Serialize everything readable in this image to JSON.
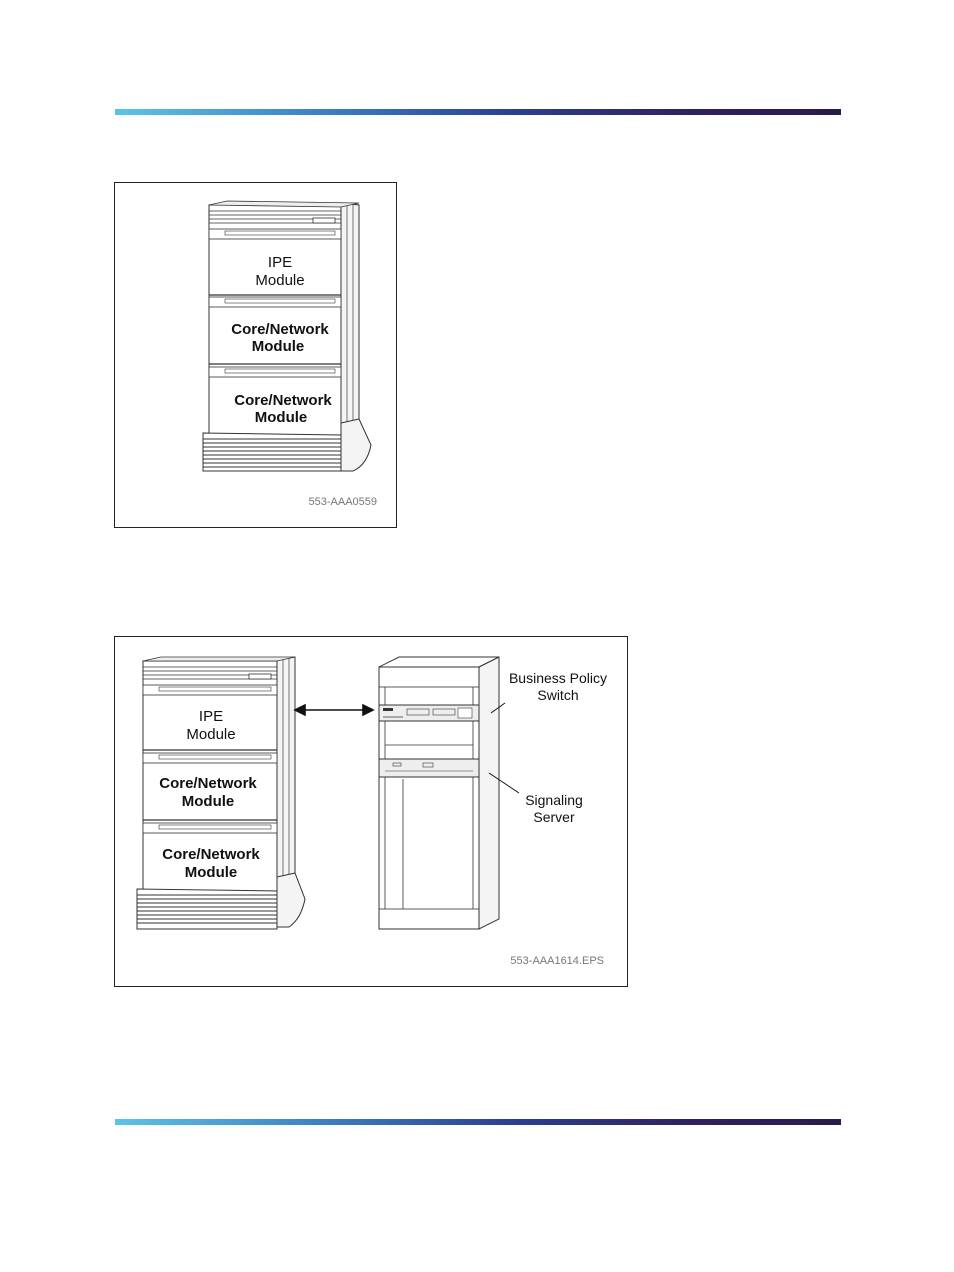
{
  "figure1": {
    "modules": [
      {
        "label_line1": "IPE",
        "label_line2": "Module"
      },
      {
        "label_line1": "Core/Network",
        "label_line2": "Module"
      },
      {
        "label_line1": "Core/Network",
        "label_line2": "Module"
      }
    ],
    "ref": "553-AAA0559"
  },
  "figure2": {
    "modules": [
      {
        "label_line1": "IPE",
        "label_line2": "Module"
      },
      {
        "label_line1": "Core/Network",
        "label_line2": "Module"
      },
      {
        "label_line1": "Core/Network",
        "label_line2": "Module"
      }
    ],
    "switch_label_line1": "Business Policy",
    "switch_label_line2": "Switch",
    "server_label_line1": "Signaling",
    "server_label_line2": "Server",
    "ref": "553-AAA1614.EPS"
  }
}
